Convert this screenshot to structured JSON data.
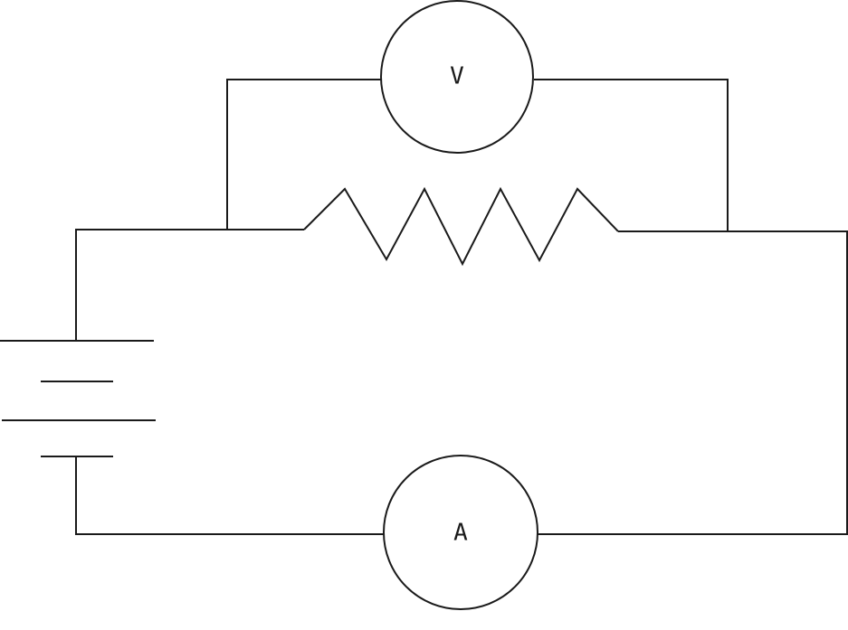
{
  "diagram": {
    "type": "circuit",
    "colors": {
      "line": "#1a1a1a",
      "background": "#ffffff"
    },
    "components": {
      "voltmeter": {
        "label": "V"
      },
      "ammeter": {
        "label": "A"
      },
      "resistor": {},
      "battery": {
        "cells": 2
      }
    }
  }
}
